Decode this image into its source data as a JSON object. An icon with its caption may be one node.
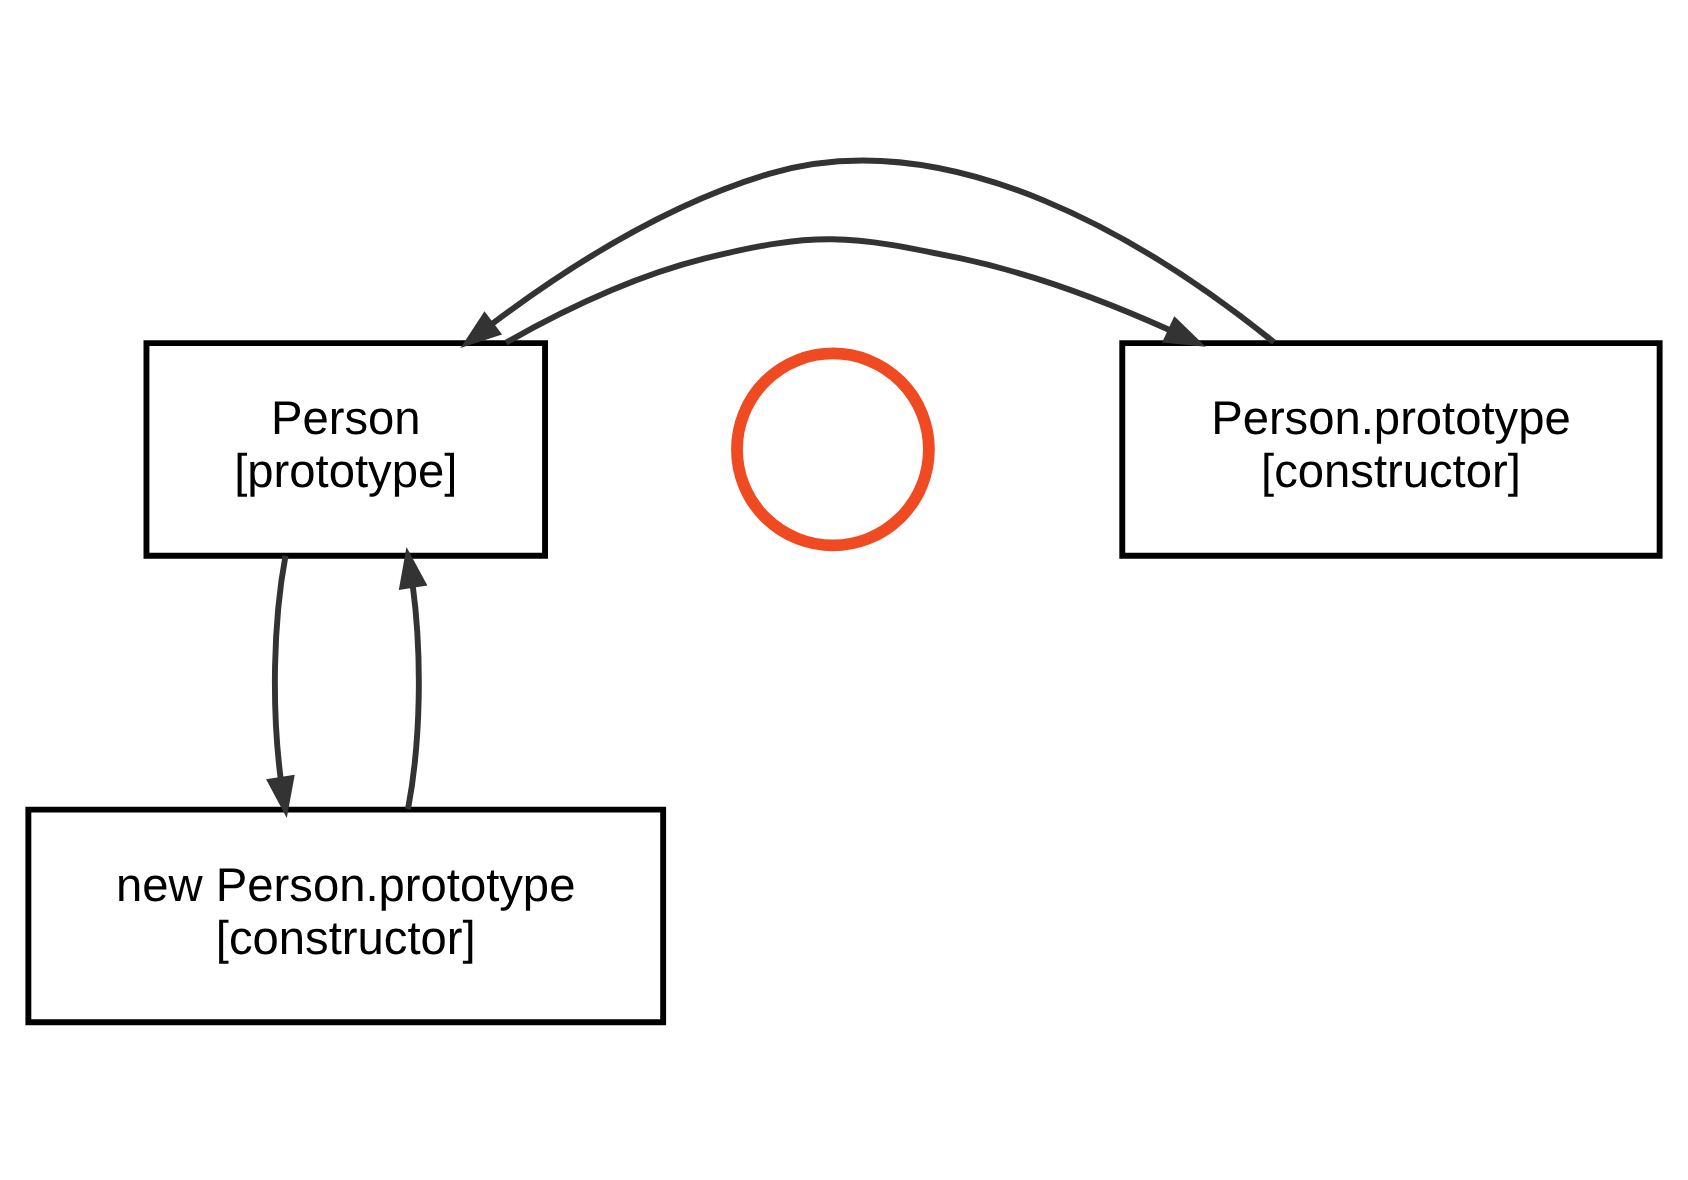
{
  "diagram": {
    "nodes": [
      {
        "text": [
          "Person",
          "[prototype]"
        ]
      },
      {
        "text": [
          "Person.prototype",
          "[constructor]"
        ]
      },
      {
        "text": [
          "new Person.prototype",
          "[constructor]"
        ]
      },
      {
        "text": [],
        "shape": "circle"
      }
    ],
    "edges": [
      {
        "from": 0,
        "to": 1,
        "arrow": "to"
      },
      {
        "from": 1,
        "to": 0,
        "arrow": "to"
      },
      {
        "from": 0,
        "to": 2,
        "arrow": "to"
      },
      {
        "from": 2,
        "to": 0,
        "arrow": "to"
      }
    ]
  }
}
